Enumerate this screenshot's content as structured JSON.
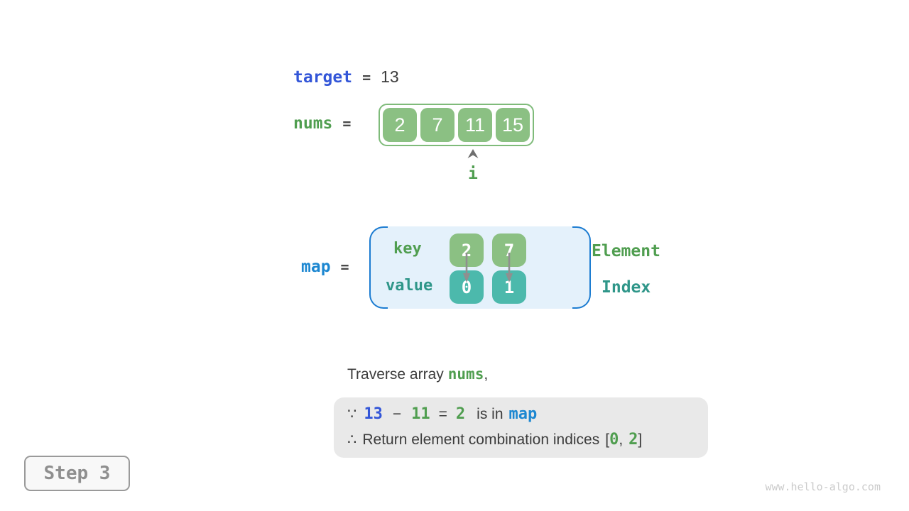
{
  "page": {
    "step_label": "Step 3",
    "watermark": "www.hello-algo.com"
  },
  "target": {
    "name": "target",
    "equals": "=",
    "value": "13"
  },
  "nums": {
    "name": "nums",
    "equals": "=",
    "values": [
      "2",
      "7",
      "11",
      "15"
    ],
    "pointer_label": "i",
    "pointer_position_index": 2
  },
  "map": {
    "name": "map",
    "equals": "=",
    "key_label": "key",
    "value_label": "value",
    "entries": [
      {
        "key": "2",
        "value": "0"
      },
      {
        "key": "7",
        "value": "1"
      }
    ],
    "element_label": "Element",
    "index_label": "Index"
  },
  "caption": {
    "prefix": "Traverse array",
    "nums_ref": "nums",
    "suffix": ","
  },
  "conclusion": {
    "because_symbol": "∵",
    "minuend": "13",
    "minus_sign": "−",
    "subtrahend": "11",
    "equals_sign": "=",
    "difference": "2",
    "is_in_text": "is in",
    "map_ref": "map",
    "therefore_symbol": "∴",
    "return_text": "Return element combination indices",
    "bracket_open": "[",
    "first_index": "0",
    "comma": ",",
    "second_index": "2",
    "bracket_close": "]"
  },
  "colors": {
    "royal_blue": "#3356D8",
    "azure_blue": "#1C87D1",
    "green_text": "#509E50",
    "teal_text": "#2F9689",
    "green_fill": "#8BC083",
    "array_border": "#7FBB7A",
    "teal_fill": "#4CB9AC",
    "map_bg": "#E4F1FB",
    "map_border": "#1C7CD1",
    "text_dark": "#3C3C3C",
    "equals_gray": "#4A4A4A",
    "arrow_gray": "#8F8F8F",
    "pointer_gray": "#6F6F6F",
    "conclusion_bg": "#E9E9E9",
    "step_border": "#9A9A9A",
    "step_text": "#8F8F8F",
    "step_bg": "#F8F8F8",
    "watermark_gray": "#CBCBCB"
  }
}
